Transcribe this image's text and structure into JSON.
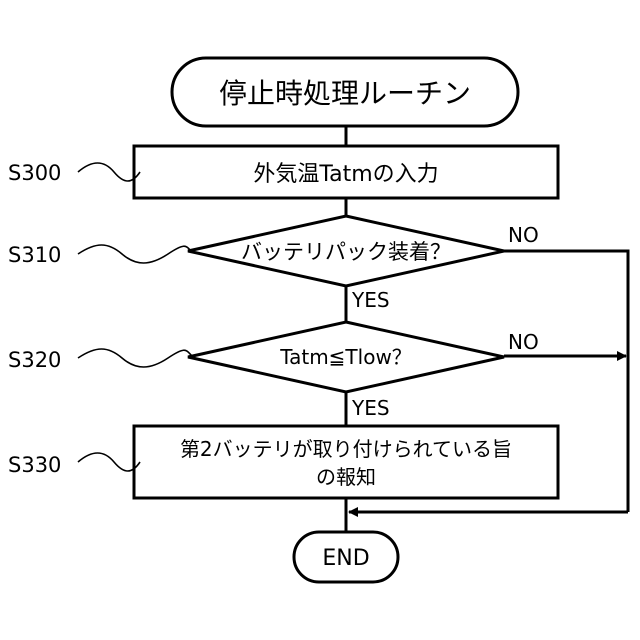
{
  "diagram": {
    "nodes": {
      "start": "停止時処理ルーチン",
      "s300": "外気温Tatmの入力",
      "s310": "バッテリパック装着？",
      "s320": "Tatm≦Tlow？",
      "s330_line1": "第2バッテリが取り付けられている旨",
      "s330_line2": "の報知",
      "end": "END"
    },
    "step_labels": {
      "s300": "S300",
      "s310": "S310",
      "s320": "S320",
      "s330": "S330"
    },
    "edge_labels": {
      "s310_yes": "YES",
      "s310_no": "NO",
      "s320_yes": "YES",
      "s320_no": "NO"
    }
  }
}
